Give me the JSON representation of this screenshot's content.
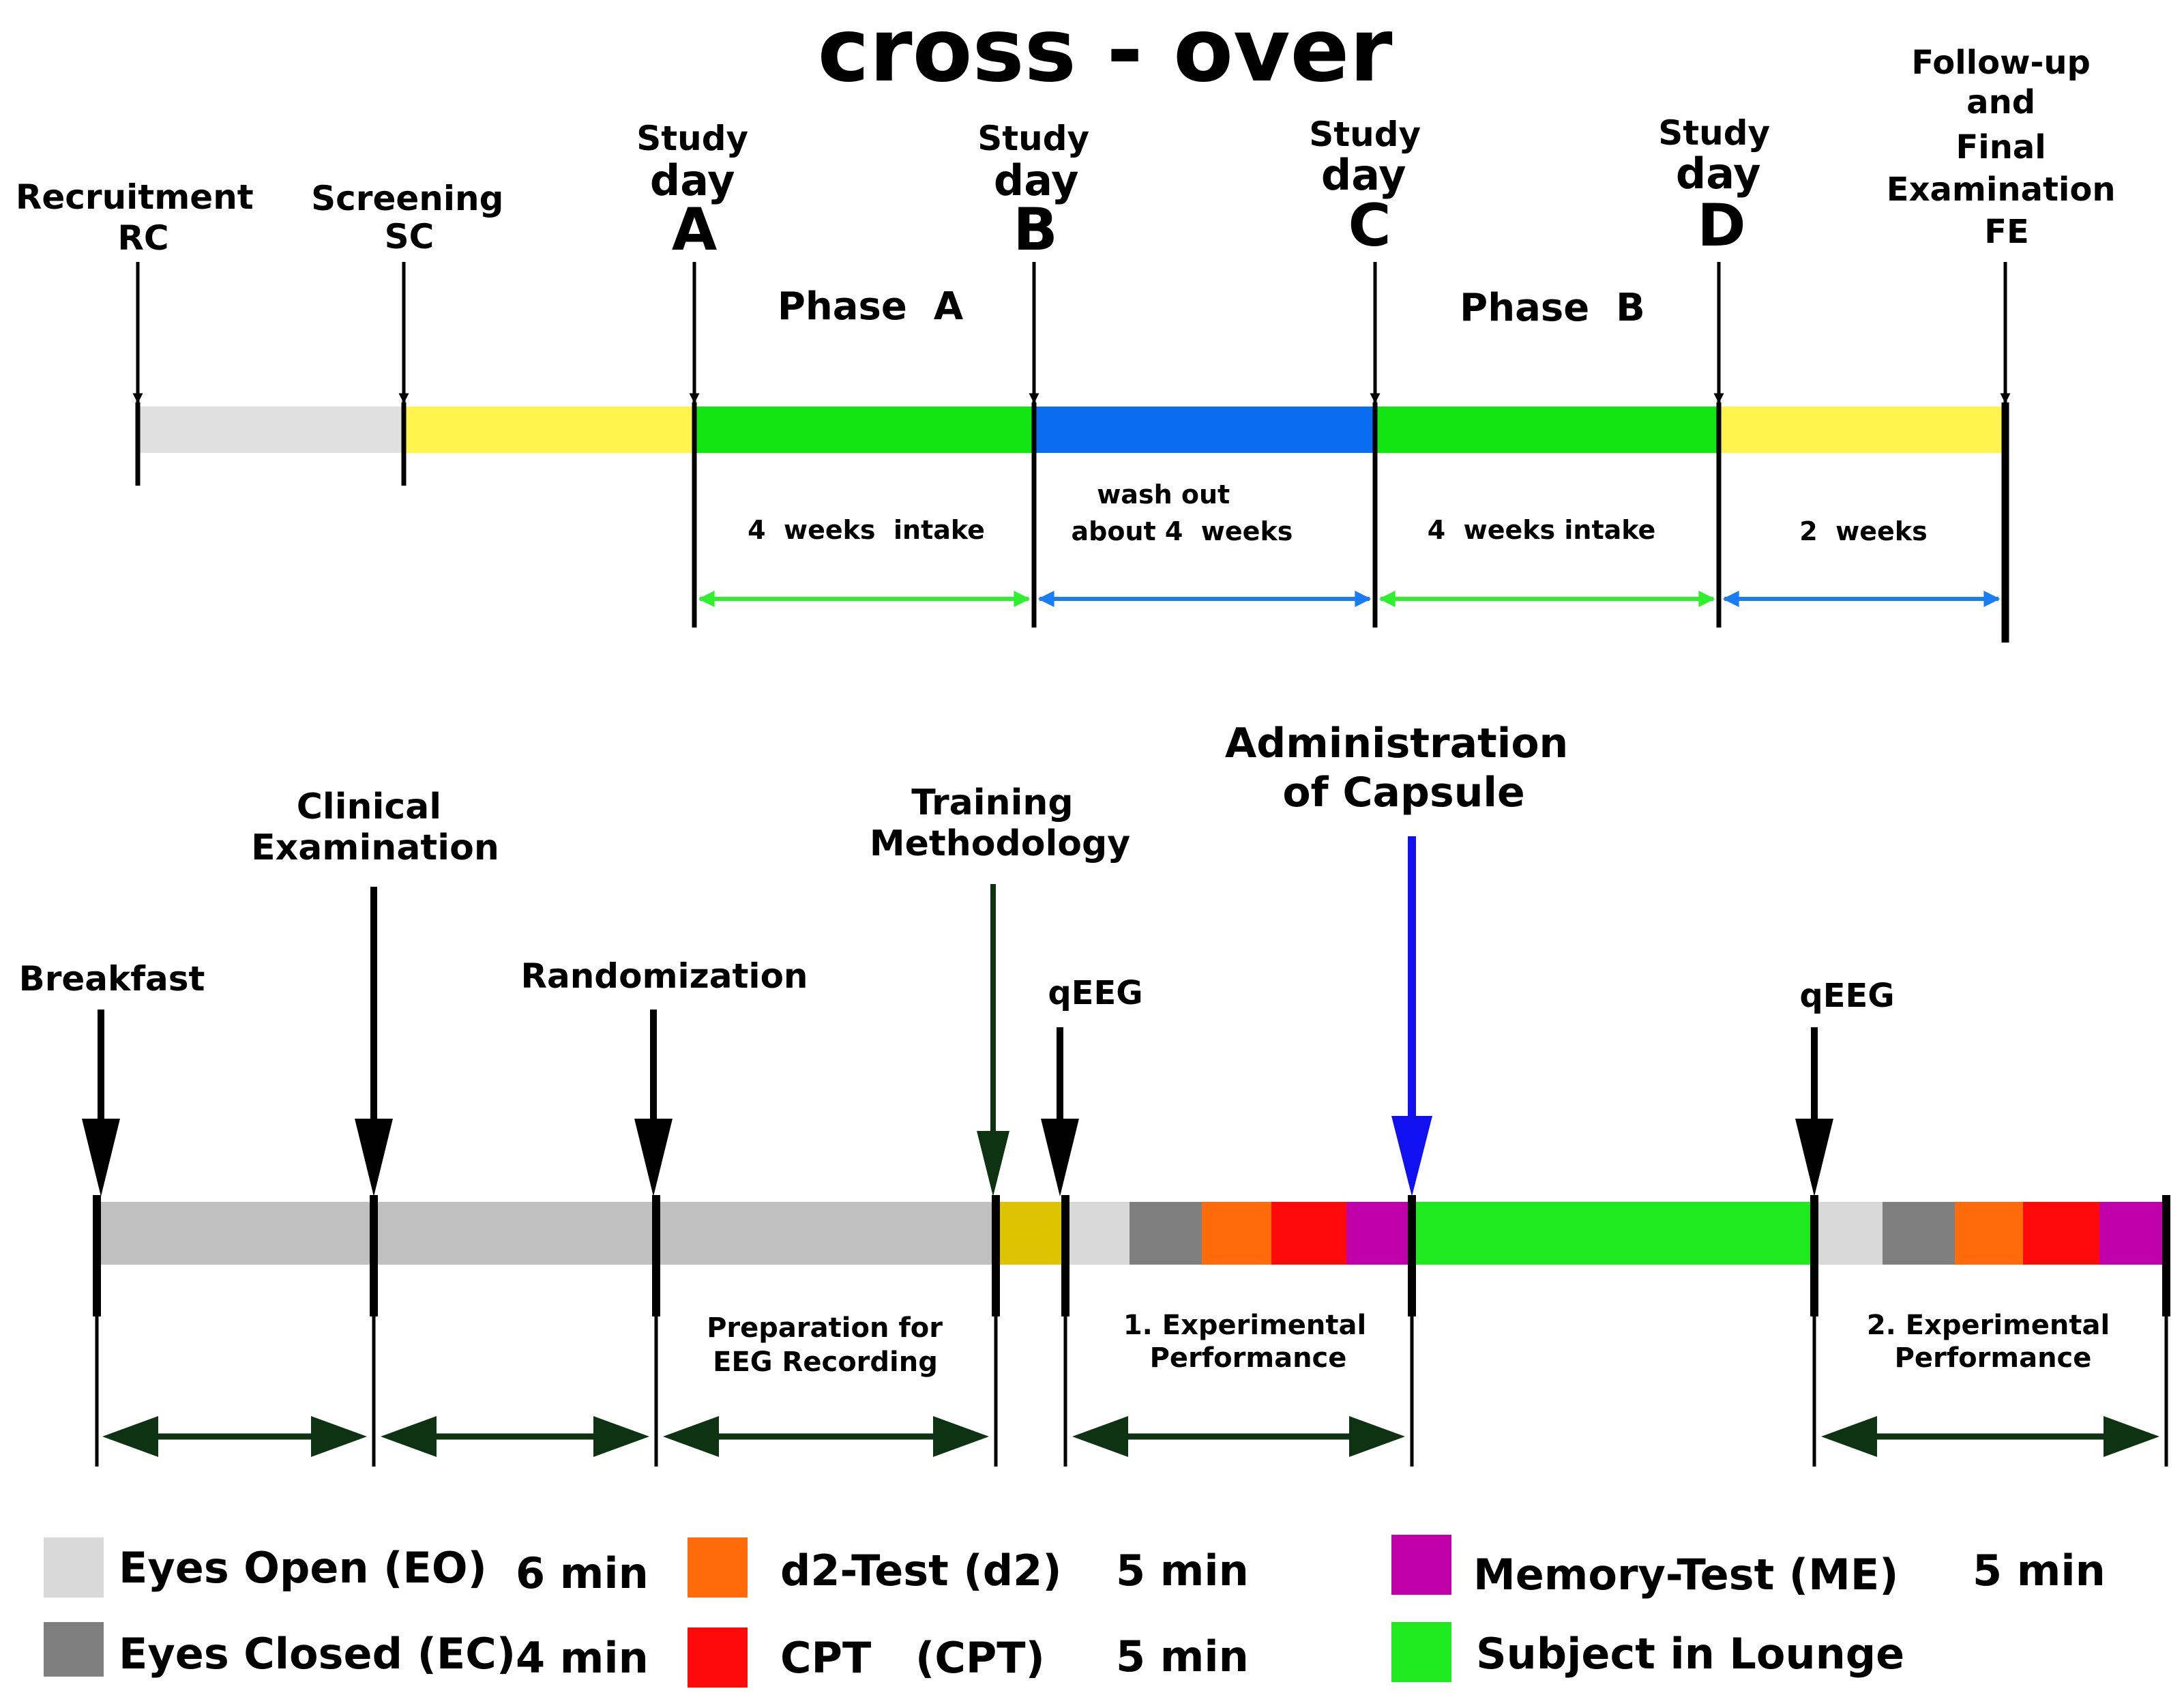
{
  "title": "cross - over",
  "top_timeline": {
    "milestones": [
      {
        "lines": [
          "Recruitment",
          "RC"
        ]
      },
      {
        "lines": [
          "Screening",
          "SC"
        ]
      },
      {
        "lines": [
          "Study",
          "day"
        ],
        "letter": "A"
      },
      {
        "lines": [
          "Study",
          "day"
        ],
        "letter": "B"
      },
      {
        "lines": [
          "Study",
          "day"
        ],
        "letter": "C"
      },
      {
        "lines": [
          "Study",
          "day"
        ],
        "letter": "D"
      },
      {
        "lines": [
          "Follow-up",
          "and",
          "Final",
          "Examination",
          "FE"
        ]
      }
    ],
    "phases": [
      "Phase  A",
      "Phase  B"
    ],
    "durations": [
      {
        "lines": [
          "4  weeks  intake"
        ]
      },
      {
        "lines": [
          "wash out",
          "about 4  weeks"
        ]
      },
      {
        "lines": [
          "4  weeks intake"
        ]
      },
      {
        "lines": [
          "2  weeks"
        ]
      }
    ]
  },
  "study_day": {
    "events": [
      {
        "lines": [
          "Breakfast"
        ]
      },
      {
        "lines": [
          "Clinical",
          "Examination"
        ]
      },
      {
        "lines": [
          "Randomization"
        ]
      },
      {
        "lines": [
          "Training",
          "Methodology"
        ]
      },
      {
        "lines": [
          "qEEG"
        ]
      },
      {
        "lines": [
          "Administration",
          "of Capsule"
        ]
      },
      {
        "lines": [
          "qEEG"
        ]
      }
    ],
    "spans": [
      {
        "lines": [
          "Preparation for",
          "EEG Recording"
        ]
      },
      {
        "lines": [
          "1. Experimental",
          "Performance"
        ]
      },
      {
        "lines": [
          "2. Experimental",
          "Performance"
        ]
      }
    ]
  },
  "legend": [
    {
      "label": "Eyes Open (EO)",
      "duration": "6 min",
      "color": "#d9d9d9"
    },
    {
      "label": "Eyes Closed (EC)",
      "duration": "4 min",
      "color": "#7f7f7f"
    },
    {
      "label": "d2-Test (d2)",
      "duration": "5 min",
      "color": "#ff6a0a"
    },
    {
      "label": "CPT   (CPT)",
      "duration": "5 min",
      "color": "#ff0a0a"
    },
    {
      "label": "Memory-Test (ME)",
      "duration": "5 min",
      "color": "#c000a8"
    },
    {
      "label": "Subject in Lounge",
      "duration": "",
      "color": "#1eea1e"
    }
  ],
  "colors": {
    "light_gray": "#e0e0e0",
    "prep_gray": "#c0c0c0",
    "yellow": "#fff34d",
    "green": "#12e612",
    "blue": "#0a6cf0",
    "training_yellow": "#dcc400",
    "capsule_blue": "#1010f0",
    "dark_green": "#0e3312"
  }
}
